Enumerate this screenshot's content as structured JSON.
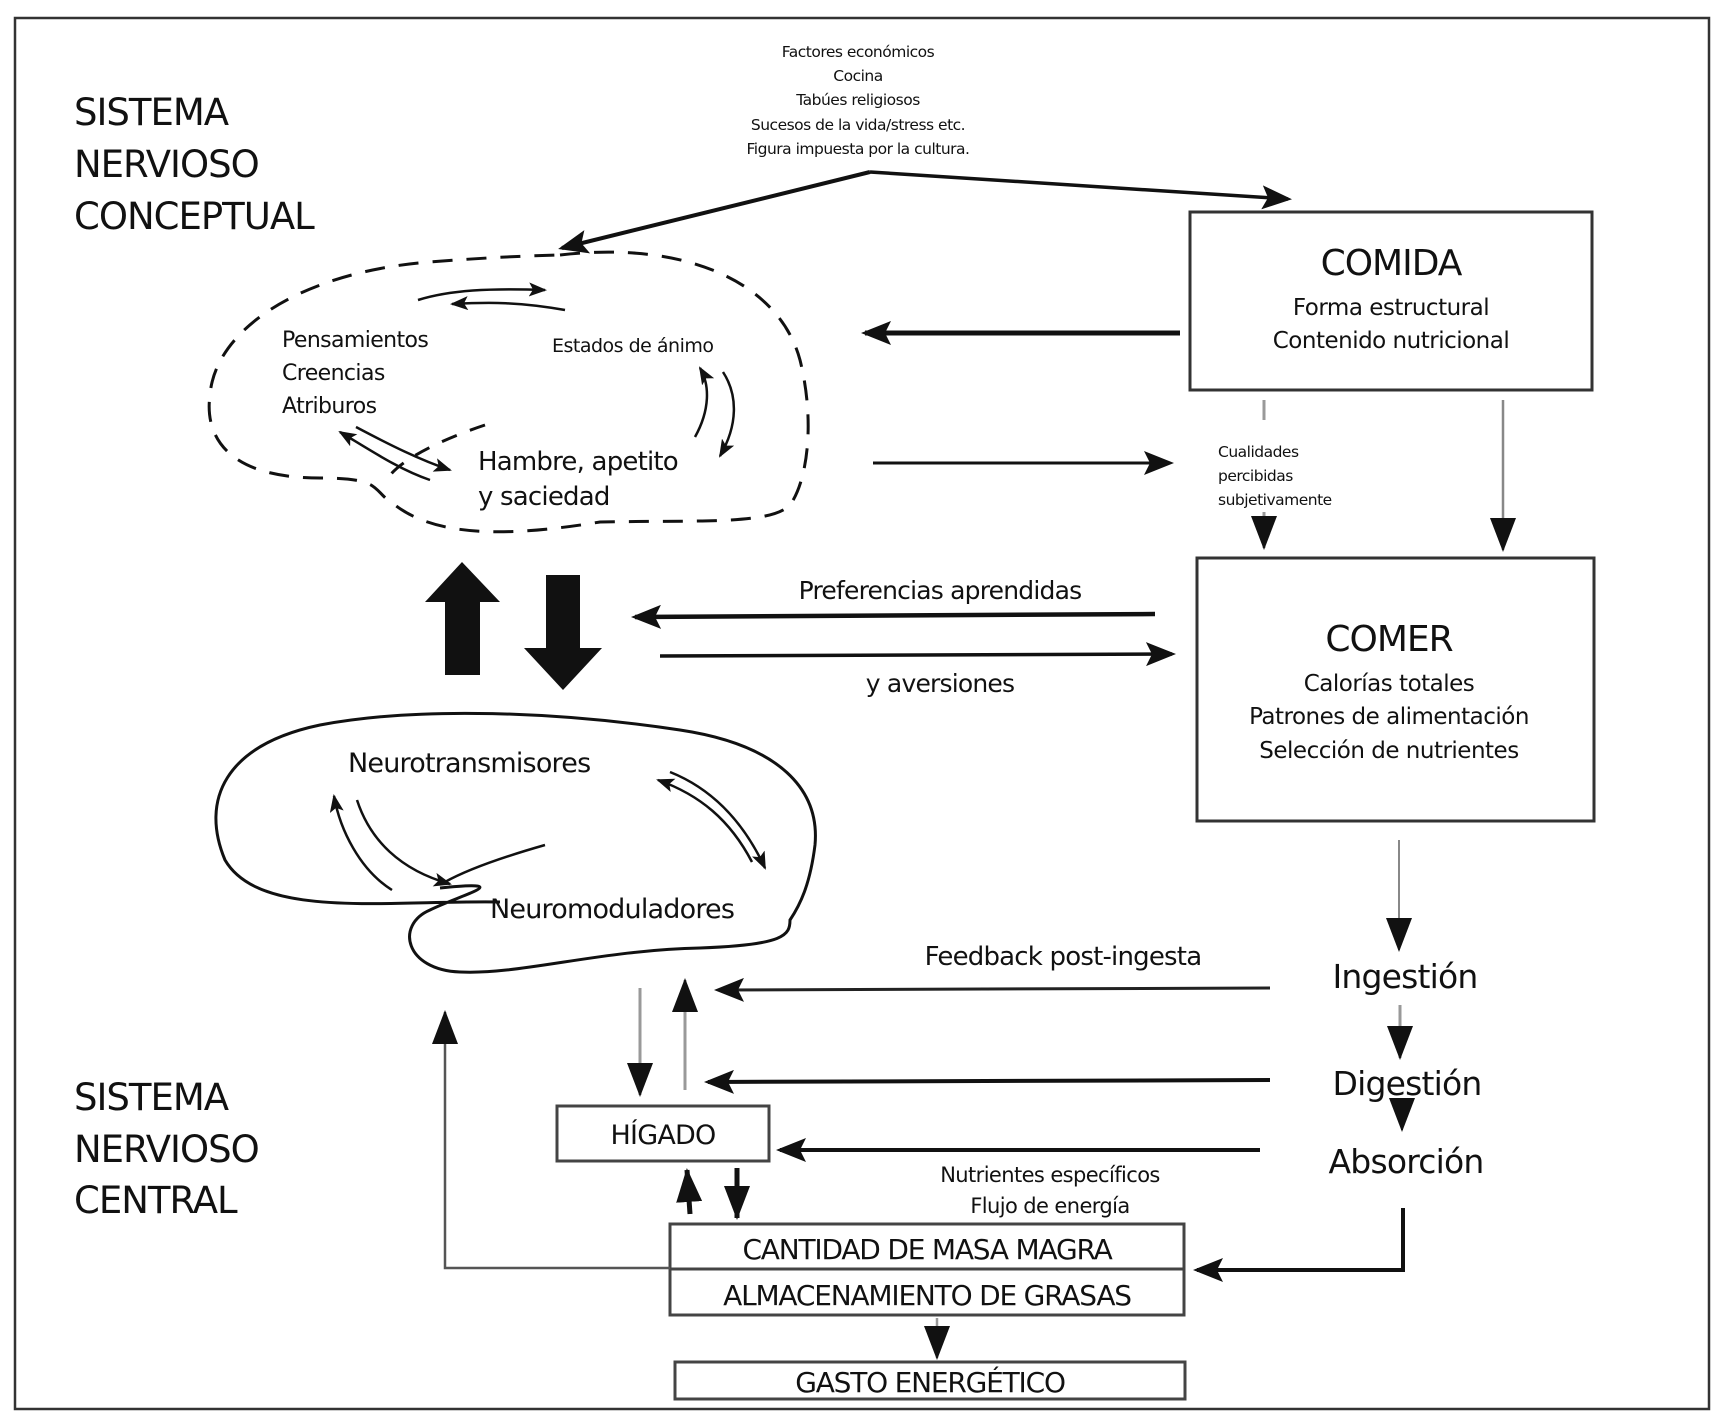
{
  "regions": {
    "conceptual": {
      "lines": [
        "SISTEMA",
        "NERVIOSO",
        "CONCEPTUAL"
      ]
    },
    "central": {
      "lines": [
        "SISTEMA",
        "NERVIOSO",
        "CENTRAL"
      ]
    }
  },
  "external_factors": {
    "lines": [
      "Factores económicos",
      "Cocina",
      "Tabúes religiosos",
      "Sucesos de la vida/stress etc.",
      "Figura impuesta por la cultura."
    ]
  },
  "conceptual_cloud": {
    "cognition_lines": [
      "Pensamientos",
      "Creencias",
      "Atriburos"
    ],
    "mood": "Estados de ánimo",
    "hunger_lines": [
      "Hambre, apetito",
      "y saciedad"
    ]
  },
  "comida_box": {
    "title": "COMIDA",
    "lines": [
      "Forma estructural",
      "Contenido nutricional"
    ]
  },
  "perceived_qualities": {
    "lines": [
      "Cualidades",
      "percibidas",
      "subjetivamente"
    ]
  },
  "comer_box": {
    "title": "COMER",
    "lines": [
      "Calorías totales",
      "Patrones de alimentación",
      "Selección de nutrientes"
    ]
  },
  "learned": {
    "top": "Preferencias aprendidas",
    "bottom": "y aversiones"
  },
  "brain": {
    "top": "Neurotransmisores",
    "bottom": "Neuromoduladores"
  },
  "feedback": {
    "label": "Feedback post-ingesta"
  },
  "process": {
    "steps": [
      "Ingestión",
      "Digestión",
      "Absorción"
    ]
  },
  "nutrients": {
    "lines": [
      "Nutrientes específicos",
      "Flujo de energía"
    ]
  },
  "liver": {
    "label": "HÍGADO"
  },
  "body_stack": {
    "lean_mass": "CANTIDAD DE MASA MAGRA",
    "fat_storage": "ALMACENAMIENTO DE GRASAS"
  },
  "energy": {
    "label": "GASTO ENERGÉTICO"
  },
  "colors": {
    "ink": "#111111",
    "background": "#ffffff",
    "light_line": "#8a8a8a"
  }
}
